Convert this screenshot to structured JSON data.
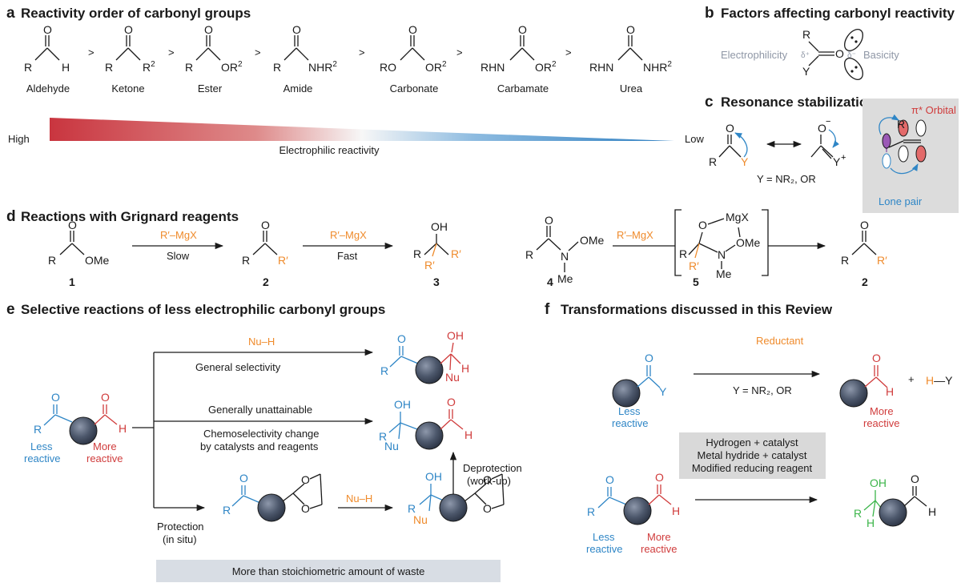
{
  "panel_a": {
    "letter": "a",
    "title": "Reactivity order of carbonyl groups",
    "compounds": [
      "Aldehyde",
      "Ketone",
      "Ester",
      "Amide",
      "Carbonate",
      "Carbamate",
      "Urea"
    ],
    "gt": ">",
    "high": "High",
    "low": "Low",
    "axis_label": "Electrophilic reactivity"
  },
  "panel_b": {
    "letter": "b",
    "title": "Factors affecting carbonyl reactivity",
    "electrophilicity": "Electrophilicity",
    "basicity": "Basicity"
  },
  "panel_c": {
    "letter": "c",
    "title": "Resonance stabilization",
    "y_def": "Y = NR₂, OR",
    "orbital": "π* Orbital",
    "lone_pair": "Lone pair"
  },
  "panel_d": {
    "letter": "d",
    "title": "Reactions with Grignard reagents",
    "reagent": "R′–MgX",
    "slow": "Slow",
    "fast": "Fast",
    "num1": "1",
    "num2": "2",
    "num3": "3",
    "num4": "4",
    "num5": "5",
    "num2b": "2"
  },
  "panel_e": {
    "letter": "e",
    "title": "Selective reactions of less electrophilic carbonyl groups",
    "nu_h": "Nu–H",
    "general_selectivity": "General selectivity",
    "generally_unattainable": "Generally unattainable",
    "chemoselectivity_1": "Chemoselectivity change",
    "chemoselectivity_2": "by catalysts and reagents",
    "less_reactive_1": "Less",
    "less_reactive_2": "reactive",
    "more_reactive_1": "More",
    "more_reactive_2": "reactive",
    "protection_1": "Protection",
    "protection_2": "(in situ)",
    "deprotection_1": "Deprotection",
    "deprotection_2": "(work-up)",
    "waste": "More than stoichiometric amount of waste"
  },
  "panel_f": {
    "letter": "f",
    "title": "Transformations discussed in this Review",
    "reductant": "Reductant",
    "y_def": "Y = NR₂, OR",
    "byproduct": "H—Y",
    "plus": "+",
    "less_1": "Less",
    "less_2": "reactive",
    "more_1": "More",
    "more_2": "reactive",
    "box_lines": [
      "Hydrogen + catalyst",
      "Metal hydride + catalyst",
      "Modified reducing reagent"
    ]
  },
  "colors": {
    "less_reactive": "#2f86c6",
    "more_reactive": "#d03c3c",
    "reagent": "#ef8b2c",
    "product_alcohol": "#3cb54a",
    "gradient_high": "#c9353f",
    "gradient_low": "#2f7fc1"
  }
}
